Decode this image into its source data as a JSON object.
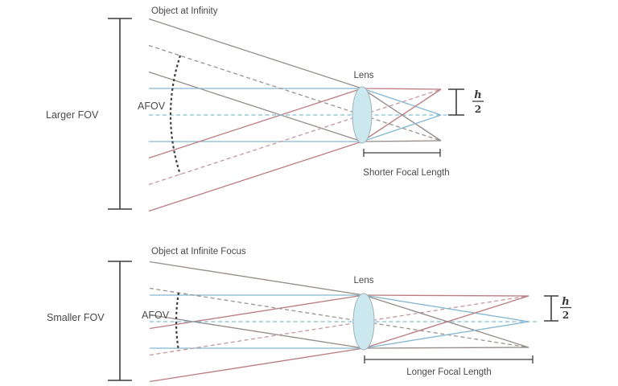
{
  "colors": {
    "background": "#ffffff",
    "ray_red": "#bb7d82",
    "ray_blue": "#85b8d0",
    "ray_gray": "#958d8a",
    "dashed_red": "#c6989c",
    "dashed_blue": "#84bfd4",
    "dashed_gray": "#9b938f",
    "lens_fill": "#cbe8ef",
    "lens_stroke": "#9fb2b8",
    "annotation": "#3d3d3d",
    "text": "#4a4a4a"
  },
  "top_diagram": {
    "object_label": "Object at Infinity",
    "fov_label": "Larger FOV",
    "afov_label": "AFOV",
    "lens_label": "Lens",
    "focal_label": "Shorter Focal Length",
    "image_height": {
      "numerator": "h",
      "denominator": "2"
    }
  },
  "bottom_diagram": {
    "object_label": "Object at Infinite Focus",
    "fov_label": "Smaller FOV",
    "afov_label": "AFOV",
    "lens_label": "Lens",
    "focal_label": "Longer Focal Length",
    "image_height": {
      "numerator": "h",
      "denominator": "2"
    }
  }
}
